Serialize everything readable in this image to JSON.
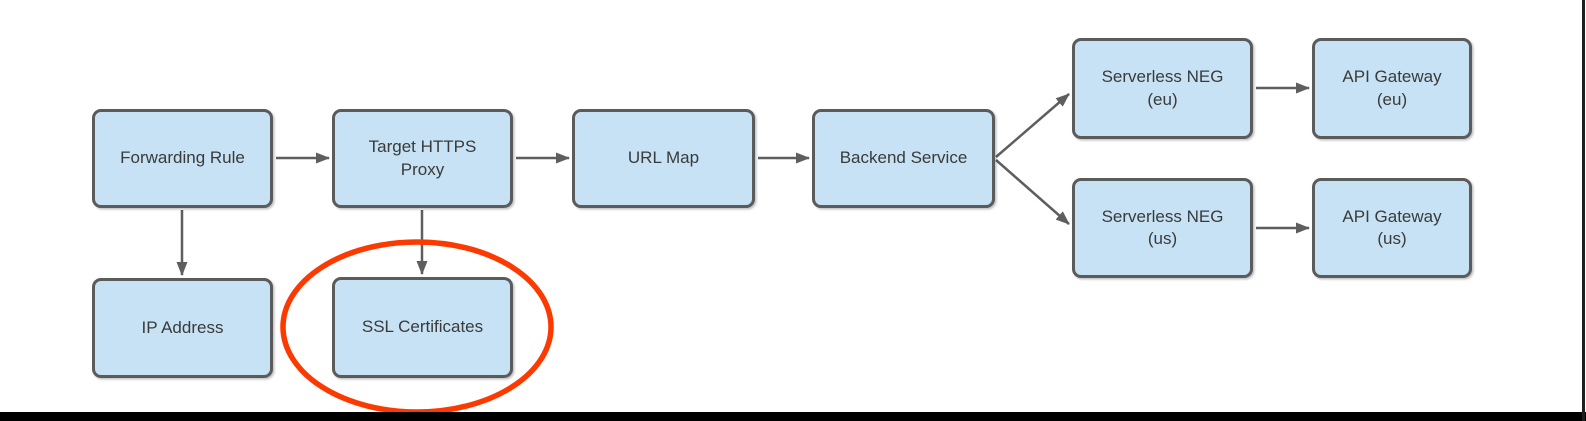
{
  "diagram": {
    "description": "Load balancer architecture flow diagram with SSL Certificates highlighted",
    "nodes": [
      {
        "id": "forwarding-rule",
        "label": "Forwarding Rule"
      },
      {
        "id": "target-https-proxy",
        "label": "Target HTTPS\nProxy"
      },
      {
        "id": "url-map",
        "label": "URL Map"
      },
      {
        "id": "backend-service",
        "label": "Backend Service"
      },
      {
        "id": "ip-address",
        "label": "IP Address"
      },
      {
        "id": "ssl-certificates",
        "label": "SSL Certificates",
        "highlighted": true
      },
      {
        "id": "serverless-neg-eu",
        "label": "Serverless NEG\n(eu)"
      },
      {
        "id": "api-gateway-eu",
        "label": "API Gateway\n(eu)"
      },
      {
        "id": "serverless-neg-us",
        "label": "Serverless NEG\n(us)"
      },
      {
        "id": "api-gateway-us",
        "label": "API Gateway\n(us)"
      }
    ],
    "edges": [
      {
        "from": "Forwarding Rule",
        "to": "Target HTTPS Proxy"
      },
      {
        "from": "Forwarding Rule",
        "to": "IP Address"
      },
      {
        "from": "Target HTTPS Proxy",
        "to": "URL Map"
      },
      {
        "from": "Target HTTPS Proxy",
        "to": "SSL Certificates"
      },
      {
        "from": "URL Map",
        "to": "Backend Service"
      },
      {
        "from": "Backend Service",
        "to": "Serverless NEG (eu)"
      },
      {
        "from": "Backend Service",
        "to": "Serverless NEG (us)"
      },
      {
        "from": "Serverless NEG (eu)",
        "to": "API Gateway (eu)"
      },
      {
        "from": "Serverless NEG (us)",
        "to": "API Gateway (us)"
      }
    ],
    "annotation": {
      "type": "ellipse",
      "around": "SSL Certificates"
    },
    "colors": {
      "node_fill": "#c6e2f4",
      "node_border": "#5b5b5b",
      "arrow": "#5e5e5e",
      "text": "#3a3a3a",
      "highlight_ellipse": "#fb3a02",
      "frame_edge": "#000000",
      "background": "#ffffff"
    }
  }
}
